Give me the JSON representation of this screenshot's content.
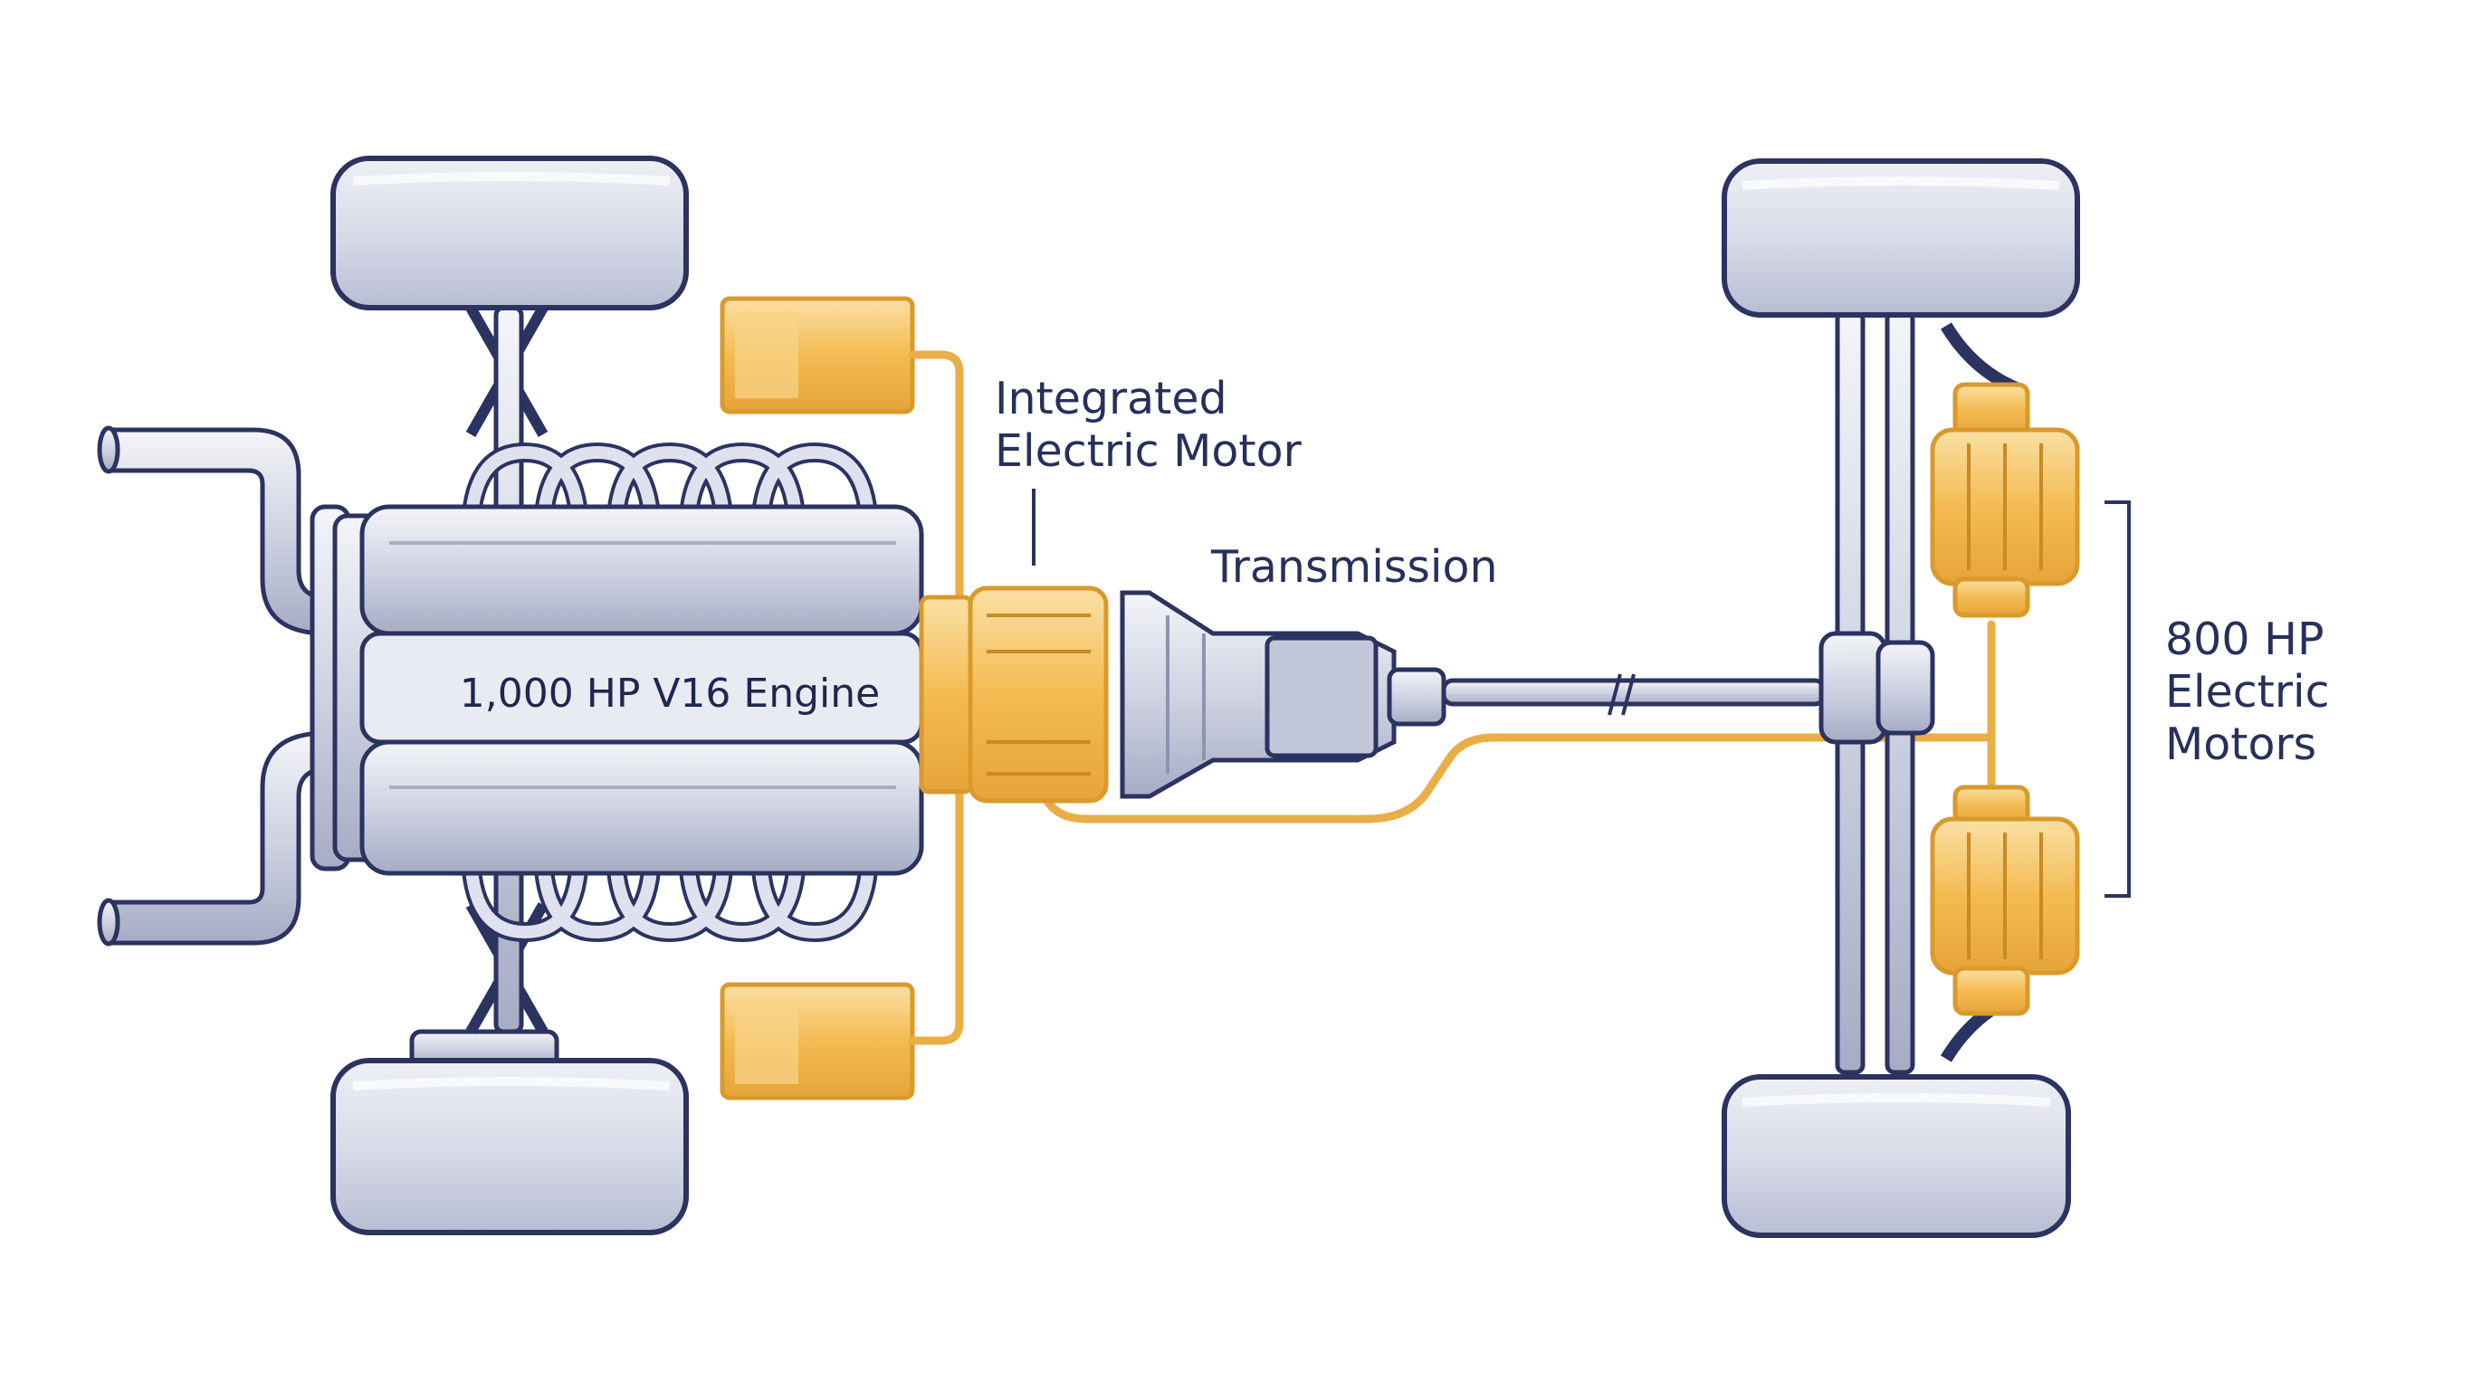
{
  "labels": {
    "engine": "1,000 HP V16 Engine",
    "integrated_motor": "Integrated\nElectric Motor",
    "transmission": "Transmission",
    "rear_motors": "800 HP\nElectric\nMotors"
  },
  "colors": {
    "ink": "#2b3360",
    "steel": "#d3d6e4",
    "steel_dark": "#a9aec6",
    "electric": "#f2b84b",
    "electric_light": "#f8d48a",
    "electric_stroke": "#d99a2b"
  }
}
